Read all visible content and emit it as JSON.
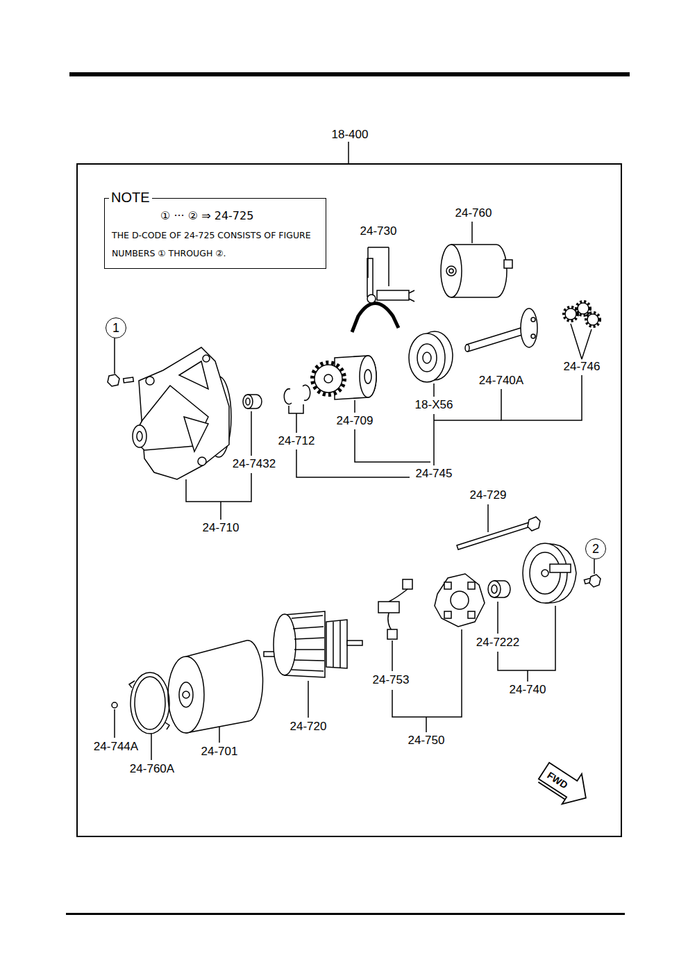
{
  "diagram": {
    "nodes": [
      {
        "text": [
          "18-400"
        ]
      },
      {
        "text": [
          "NOTE",
          "① ··· ② ⇒ 24-725",
          "THE D-CODE OF 24-725 CONSISTS OF FIGURE NUMBERS ① THROUGH ②."
        ],
        "in": 0
      },
      {
        "text": [
          "1"
        ],
        "in": 0
      },
      {
        "text": [
          "2"
        ],
        "in": 0
      }
    ],
    "labels": [
      "24-730",
      "24-760",
      "24-746",
      "24-740A",
      "18-X56",
      "24-709",
      "24-712",
      "24-7432",
      "24-745",
      "24-710",
      "24-729",
      "24-7222",
      "24-753",
      "24-740",
      "24-750",
      "24-744A",
      "24-760A",
      "24-701",
      "24-720",
      "FWD"
    ]
  }
}
